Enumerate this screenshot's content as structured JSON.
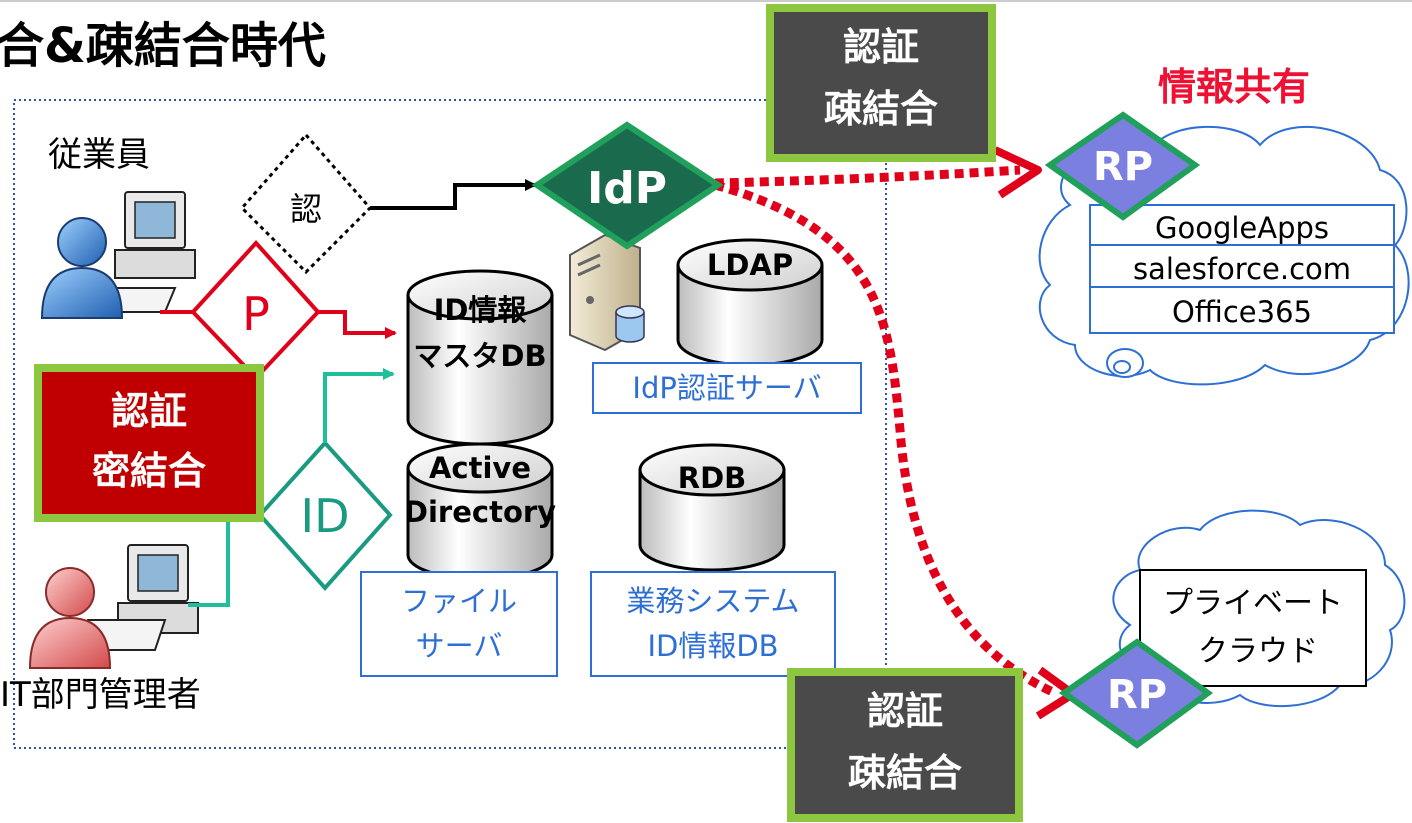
{
  "title": "合&疎結合時代",
  "info_share": "情報共有",
  "employee": "従業員",
  "it_admin": "IT部門管理者",
  "auth_badge": "認",
  "p_label": "P",
  "id_label": "ID",
  "idp_label": "IdP",
  "tight_coupling": {
    "line1": "認証",
    "line2": "密結合"
  },
  "loose_top": {
    "line1": "認証",
    "line2": "疎結合"
  },
  "loose_bottom": {
    "line1": "認証",
    "line2": "疎結合"
  },
  "db_idmaster": {
    "line1": "ID情報",
    "line2": "マスタDB"
  },
  "db_ldap": "LDAP",
  "db_ad": {
    "line1": "Active",
    "line2": "Directory"
  },
  "db_rdb": "RDB",
  "box_idp_server": "IdP認証サーバ",
  "box_file_server": {
    "line1": "ファイル",
    "line2": "サーバ"
  },
  "box_business": {
    "line1": "業務システム",
    "line2": "ID情報DB"
  },
  "rp_top": "RP",
  "rp_bottom": "RP",
  "cloud_services": [
    "GoogleApps",
    "salesforce.com",
    "Office365"
  ],
  "private_cloud": {
    "line1": "プライベート",
    "line2": "クラウド"
  },
  "colors": {
    "red": "#e0001a",
    "dark_red": "#c00000",
    "green_border": "#8dc63f",
    "dark_gray": "#4a4a4a",
    "idp_green": "#1a6b4e",
    "rp_purple": "#7b7fe0",
    "teal": "#1fbf9a",
    "blue": "#2e6fd6",
    "title_red": "#ee1133"
  }
}
